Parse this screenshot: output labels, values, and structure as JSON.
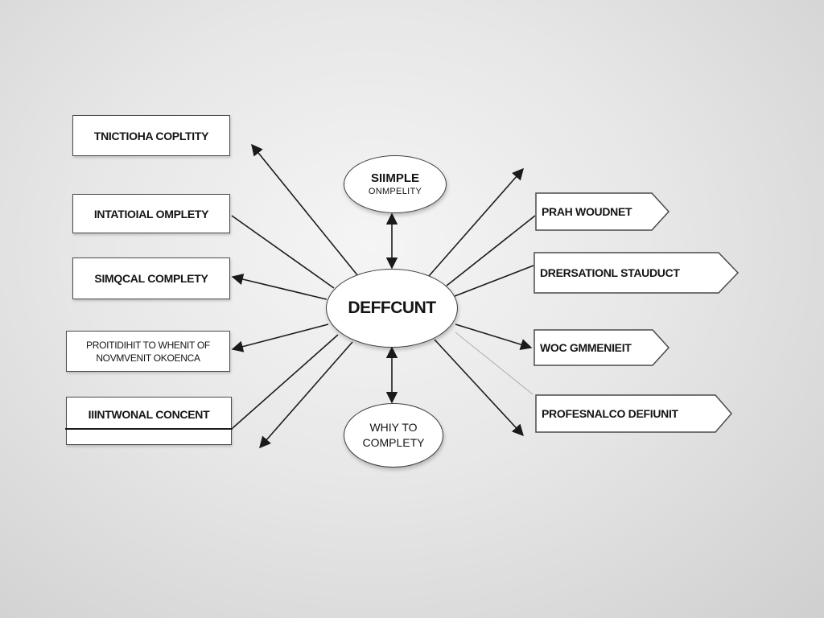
{
  "center": {
    "label": "DEFFCUNT"
  },
  "top_node": {
    "line1": "SIIMPLE",
    "line2": "ONMPELITY"
  },
  "bottom_node": {
    "line1": "WHIY TO",
    "line2": "COMPLETY"
  },
  "left_boxes": [
    {
      "label": "TNICTIOHA COPLTITY"
    },
    {
      "label": "INTATIOIAL OMPLETY"
    },
    {
      "label": "SIMQCAL COMPLETY"
    },
    {
      "line1": "PROITIDIHIT TO WHENIT OF",
      "line2": "NOVMVENIT OKOENCA"
    },
    {
      "label": "IIINTWONAL CONCENT"
    }
  ],
  "right_tags": [
    {
      "label": "PRAH WOUDNET"
    },
    {
      "label": "DRERSATIONL STAUDUCT"
    },
    {
      "label": "WOC GMMENIEIT"
    },
    {
      "label": "PROFESNALCO DEFIUNIT"
    }
  ]
}
